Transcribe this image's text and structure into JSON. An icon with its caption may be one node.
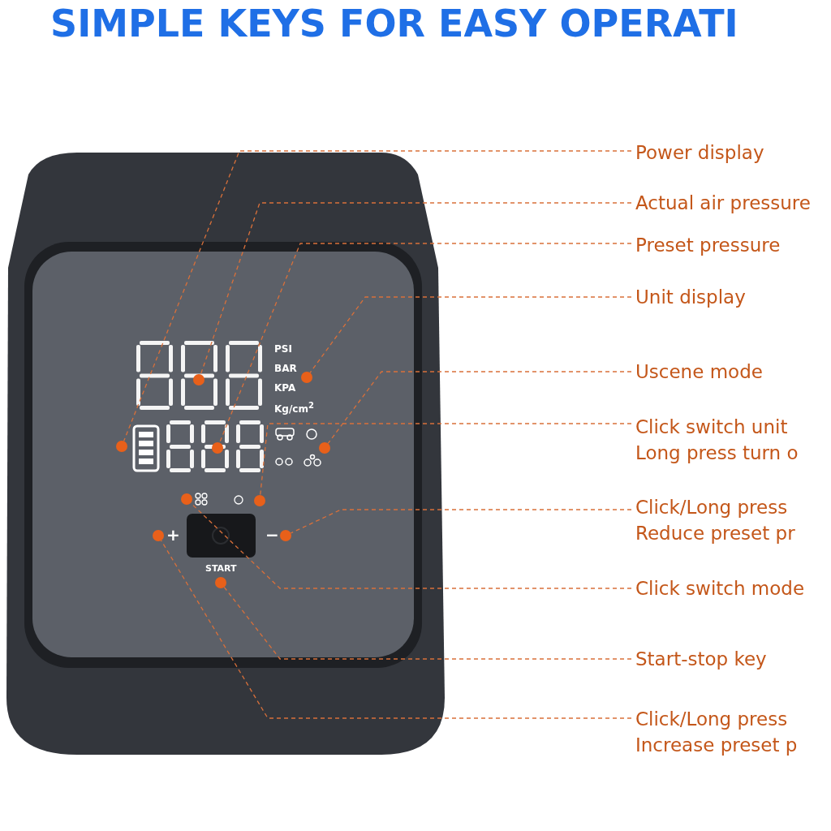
{
  "diagram": {
    "title": "SIMPLE KEYS FOR EASY OPERATI",
    "nodes": [
      {
        "text": [
          "Power display"
        ]
      },
      {
        "text": [
          "Actual air pressure"
        ]
      },
      {
        "text": [
          "Preset pressure"
        ]
      },
      {
        "text": [
          "Unit display"
        ]
      },
      {
        "text": [
          "Uscene mode"
        ]
      },
      {
        "text": [
          "Click switch unit Long press turn o"
        ]
      },
      {
        "text": [
          "Click/Long press Reduce preset pr"
        ]
      },
      {
        "text": [
          "Click switch mode"
        ]
      },
      {
        "text": [
          "Start-stop key"
        ]
      },
      {
        "text": [
          "Click/Long press Increase preset p"
        ]
      },
      {
        "text": [],
        "shape": "circle"
      },
      {
        "text": [],
        "shape": "circle"
      },
      {
        "text": [],
        "shape": "circle"
      },
      {
        "text": [],
        "shape": "circle"
      },
      {
        "text": [],
        "shape": "circle"
      },
      {
        "text": [],
        "shape": "circle"
      },
      {
        "text": [],
        "shape": "circle"
      },
      {
        "text": [],
        "shape": "circle"
      },
      {
        "text": [],
        "shape": "circle"
      },
      {
        "text": [],
        "shape": "circle"
      }
    ],
    "edges": [
      {
        "from": 0,
        "to": 10,
        "arrow": "none",
        "style": "dashed"
      },
      {
        "from": 1,
        "to": 12,
        "arrow": "none",
        "style": "dashed"
      },
      {
        "from": 2,
        "to": 13,
        "arrow": "none",
        "style": "dashed"
      },
      {
        "from": 3,
        "to": 11,
        "arrow": "none",
        "style": "dashed"
      },
      {
        "from": 4,
        "to": 14,
        "arrow": "none",
        "style": "dashed"
      },
      {
        "from": 5,
        "to": 16,
        "arrow": "none",
        "style": "dashed"
      },
      {
        "from": 6,
        "to": 18,
        "arrow": "none",
        "style": "dashed"
      },
      {
        "from": 7,
        "to": 15,
        "arrow": "none",
        "style": "dashed"
      },
      {
        "from": 8,
        "to": 19,
        "arrow": "none",
        "style": "dashed"
      },
      {
        "from": 9,
        "to": 17,
        "arrow": "none",
        "style": "dashed"
      }
    ],
    "labels": [
      "PSI",
      "BAR",
      "KPA",
      "Kg/cm$^{2}$",
      "+",
      "−",
      "START"
    ]
  }
}
